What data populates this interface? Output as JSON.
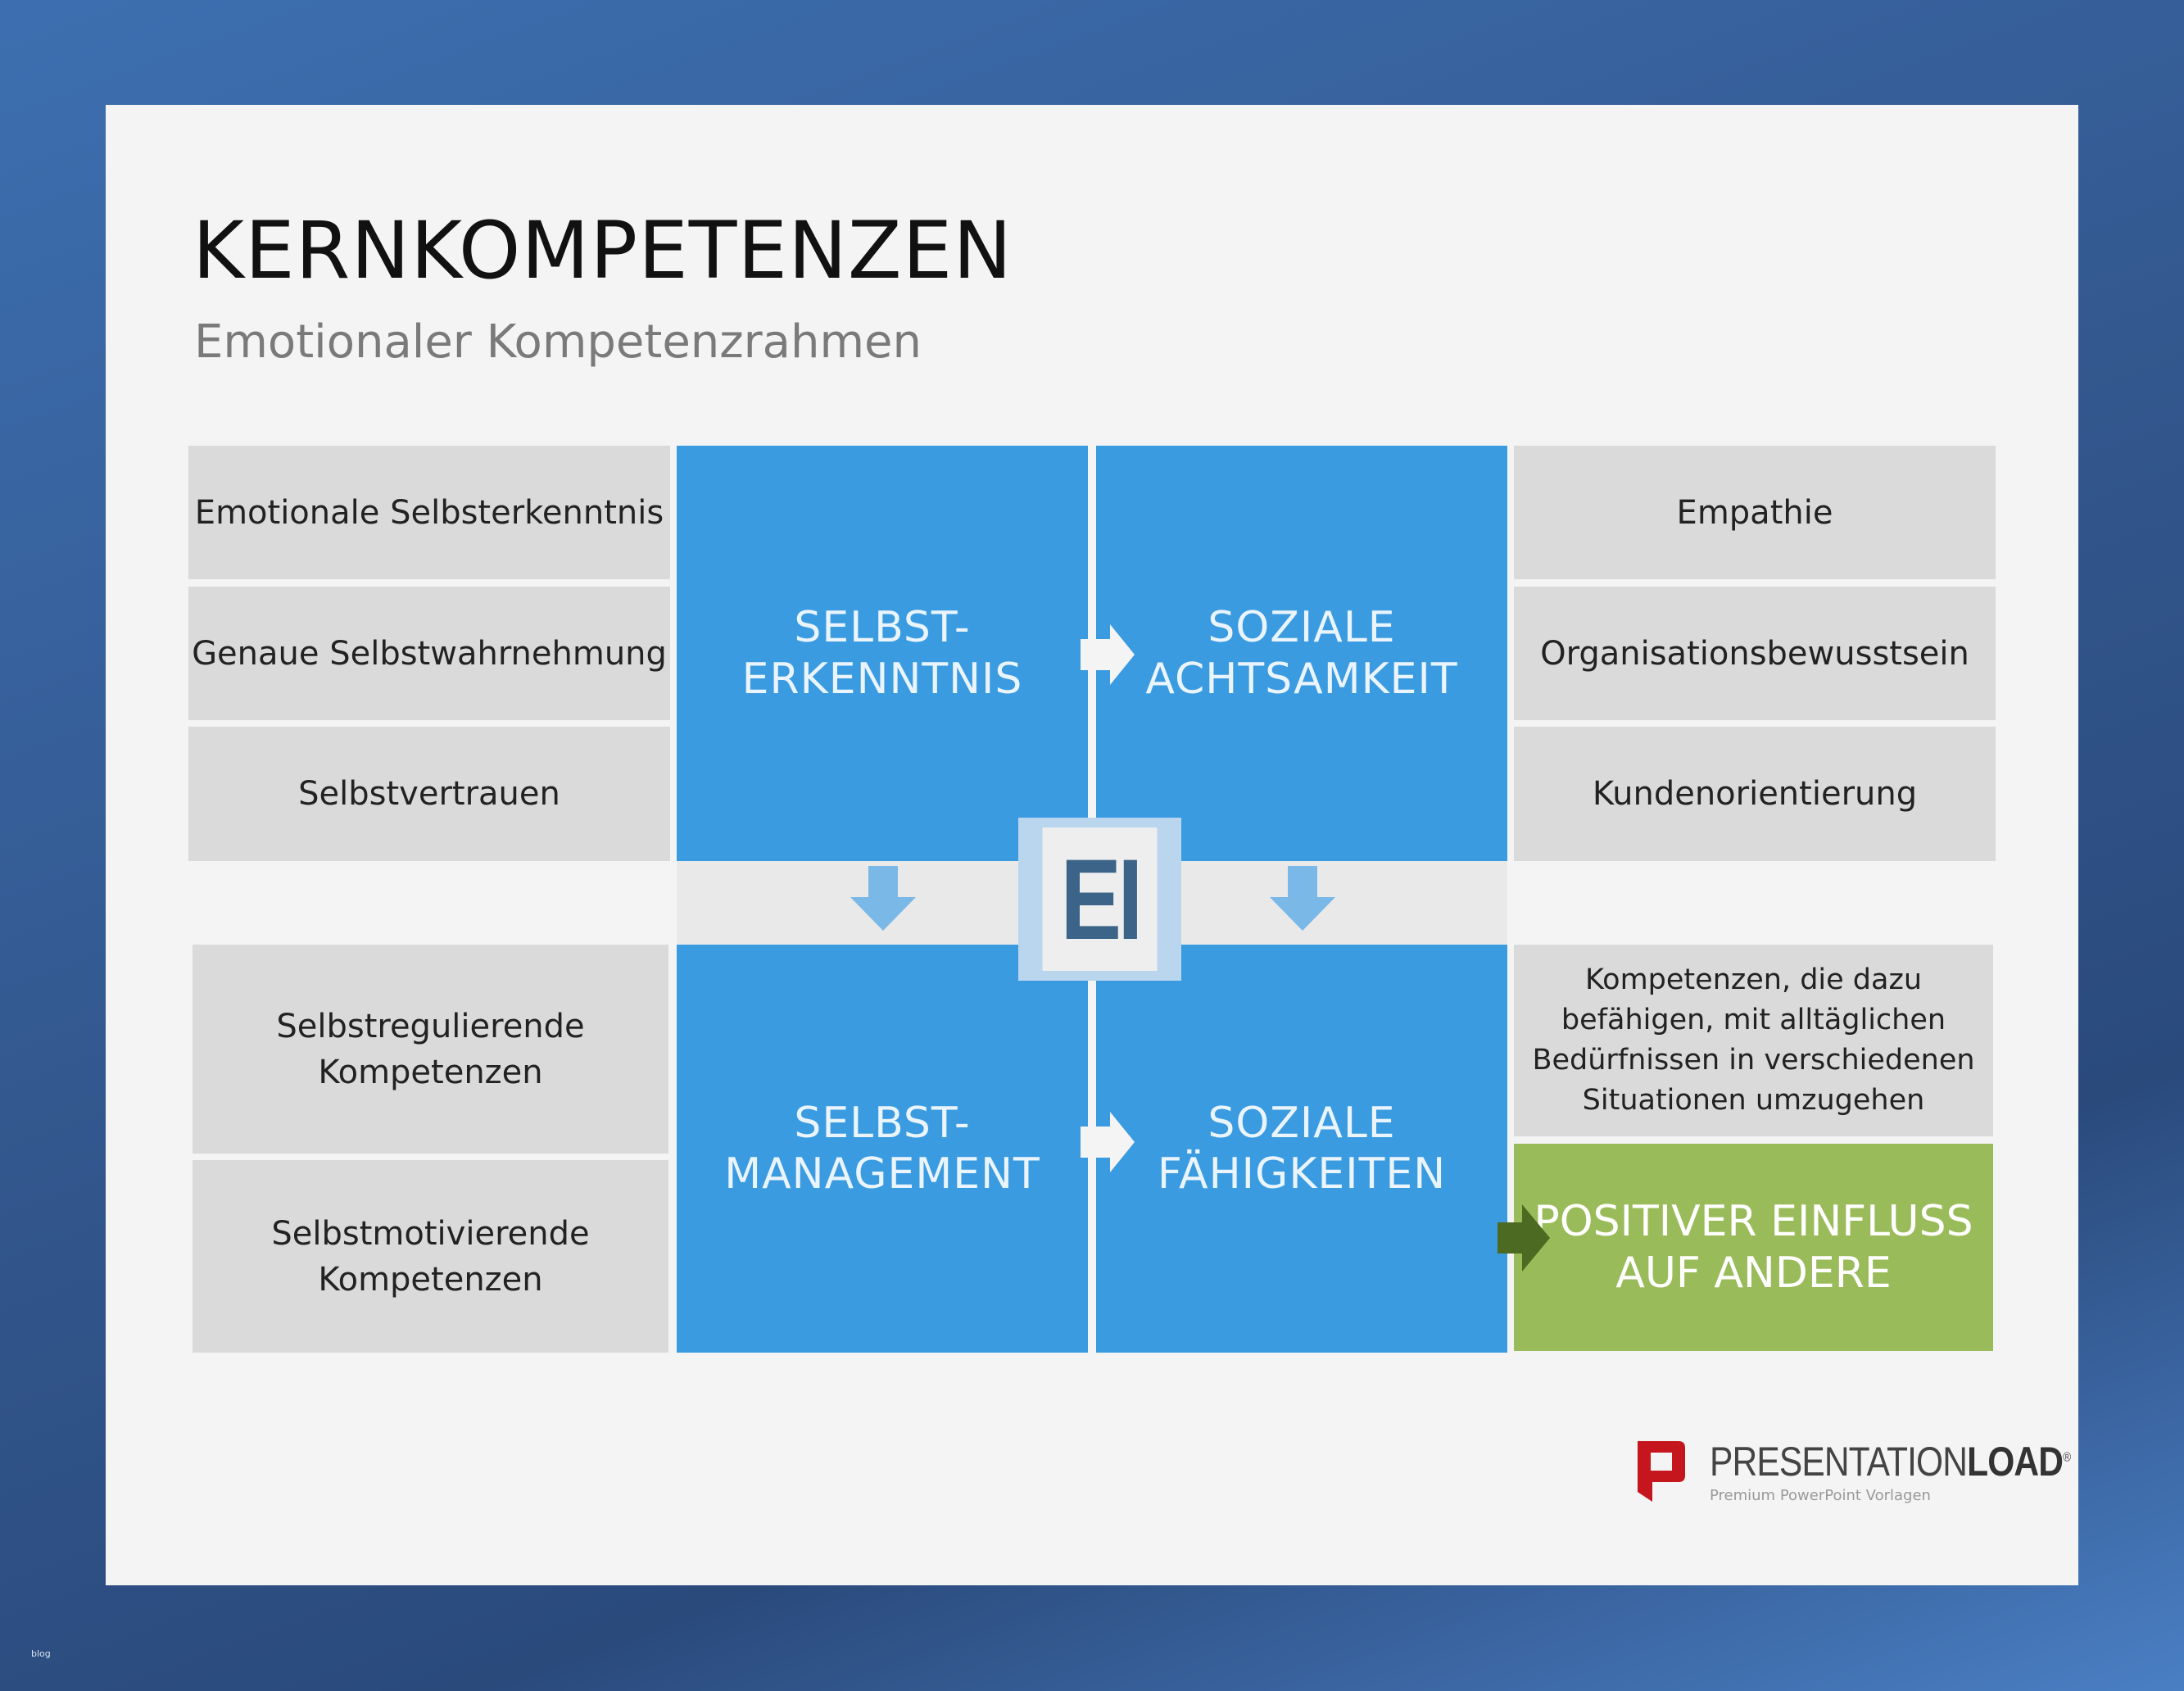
{
  "title": "KERNKOMPETENZEN",
  "subtitle": "Emotionaler Kompetenzrahmen",
  "top_left_items": [
    "Emotionale Selbsterkenntnis",
    "Genaue Selbstwahrnehmung",
    "Selbstvertrauen"
  ],
  "top_right_items": [
    "Empathie",
    "Organisationsbewusstsein",
    "Kundenorientierung"
  ],
  "bottom_left_items": [
    "Selbstregulierende Kompetenzen",
    "Selbstmotivierende Kompetenzen"
  ],
  "bottom_right_text": "Kompetenzen, die dazu befähigen, mit alltäglichen Bedürfnissen in verschiedenen Situationen umzugehen",
  "quadrants": {
    "tl": "SELBST-\nERKENNTNIS",
    "tr": "SOZIALE\nACHTSAMKEIT",
    "bl": "SELBST-\nMANAGEMENT",
    "br": "SOZIALE\nFÄHIGKEITEN"
  },
  "center_label": "EI",
  "outcome": "POSITIVER EINFLUSS\nAUF ANDERE",
  "logo": {
    "brand_light": "PRESENTATION",
    "brand_bold": "LOAD",
    "reg": "®",
    "tagline": "Premium PowerPoint Vorlagen"
  },
  "corner_text": "blog",
  "colors": {
    "blue": "#3a9be0",
    "green": "#9abb59",
    "gray": "#dadada",
    "logo_red": "#c4161c"
  }
}
